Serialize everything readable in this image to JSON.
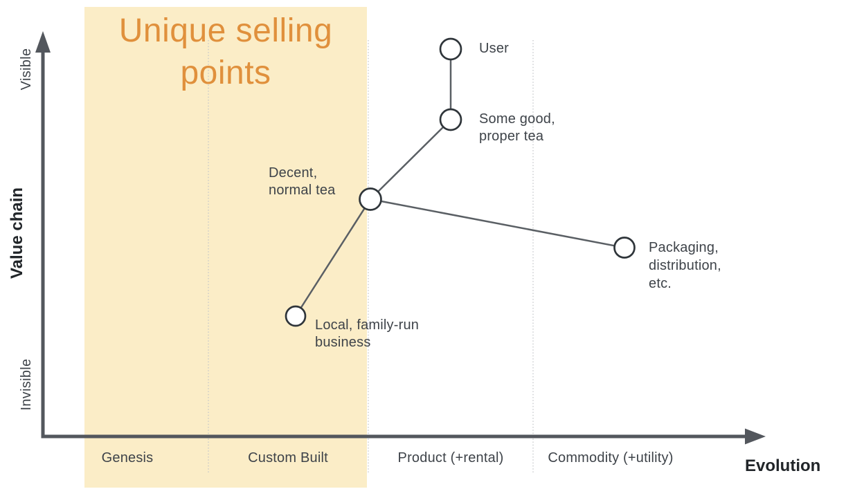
{
  "diagram": {
    "type": "wardley-map",
    "highlight": {
      "title": "Unique selling points",
      "covers_stages": [
        "Genesis",
        "Custom Built"
      ]
    },
    "y_axis": {
      "label": "Value chain",
      "top_label": "Visible",
      "bottom_label": "Invisible"
    },
    "x_axis": {
      "label": "Evolution",
      "stages": [
        "Genesis",
        "Custom Built",
        "Product (+rental)",
        "Commodity (+utility)"
      ]
    },
    "nodes": [
      {
        "id": "user",
        "lines": [
          "User"
        ]
      },
      {
        "id": "some-good-proper-tea",
        "lines": [
          "Some good,",
          "proper tea"
        ]
      },
      {
        "id": "decent-normal-tea",
        "lines": [
          "Decent,",
          "normal tea"
        ]
      },
      {
        "id": "local-family-run-business",
        "lines": [
          "Local, family-run",
          "business"
        ]
      },
      {
        "id": "packaging-distribution-etc",
        "lines": [
          "Packaging,",
          "distribution,",
          "etc."
        ]
      }
    ],
    "edges": [
      {
        "from": "user",
        "to": "some-good-proper-tea"
      },
      {
        "from": "some-good-proper-tea",
        "to": "decent-normal-tea"
      },
      {
        "from": "decent-normal-tea",
        "to": "local-family-run-business"
      },
      {
        "from": "decent-normal-tea",
        "to": "packaging-distribution-etc"
      }
    ],
    "colors": {
      "highlight_bg": "#FBEDC7",
      "highlight_title": "#E0903C",
      "axis": "#53575D",
      "edge": "#5A5F64",
      "node_stroke": "#2F353A",
      "node_fill": "#FFFFFF",
      "label_text": "#3E4349",
      "axis_title_text": "#212529",
      "stage_boundary": "#C3C6C9"
    }
  }
}
